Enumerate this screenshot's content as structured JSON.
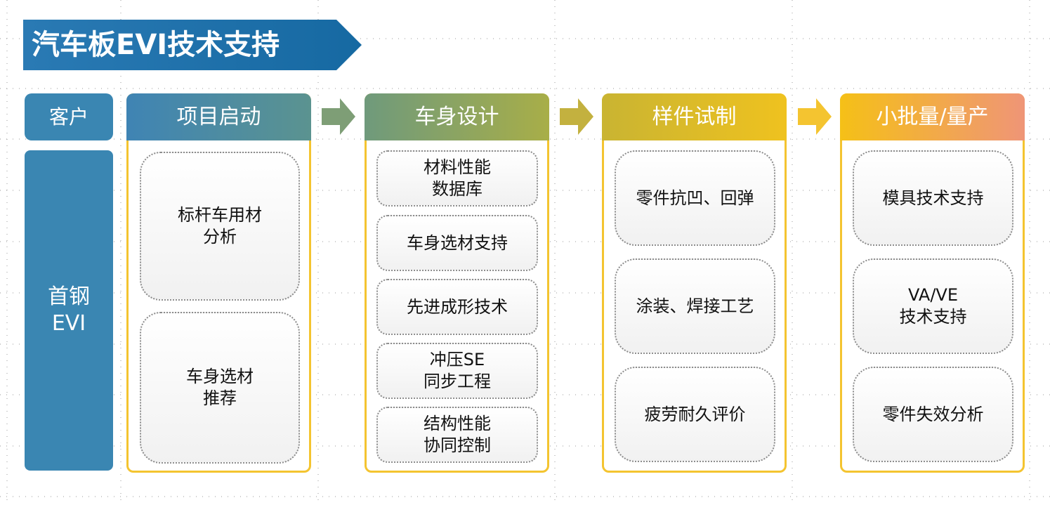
{
  "title": "汽车板EVI技术支持",
  "customer": {
    "head": "客户",
    "body": [
      "首钢",
      "EVI"
    ]
  },
  "colors": {
    "banner": "#1f6fa8",
    "customer": "#3a86b2",
    "column_border": "#f4c430",
    "arrow": [
      "#7e9e76",
      "#c3b13f",
      "#f4c430"
    ]
  },
  "columns": [
    {
      "title": "项目启动",
      "gradient": [
        "#3f84b4",
        "#5b9390"
      ],
      "items": [
        [
          "标杆车用材",
          "分析"
        ],
        [
          "车身选材",
          "推荐"
        ]
      ]
    },
    {
      "title": "车身设计",
      "gradient": [
        "#6f9a7c",
        "#a8ae48"
      ],
      "items": [
        [
          "材料性能",
          "数据库"
        ],
        [
          "车身选材支持"
        ],
        [
          "先进成形技术"
        ],
        [
          "冲压SE",
          "同步工程"
        ],
        [
          "结构性能",
          "协同控制"
        ]
      ]
    },
    {
      "title": "样件试制",
      "gradient": [
        "#c9b432",
        "#efc21f"
      ],
      "items": [
        [
          "零件抗凹、回弹"
        ],
        [
          "涂装、焊接工艺"
        ],
        [
          "疲劳耐久评价"
        ]
      ]
    },
    {
      "title": "小批量/量产",
      "gradient": [
        "#f5c017",
        "#ef9577"
      ],
      "items": [
        [
          "模具技术支持"
        ],
        [
          "VA/VE",
          "技术支持"
        ],
        [
          "零件失效分析"
        ]
      ]
    }
  ]
}
